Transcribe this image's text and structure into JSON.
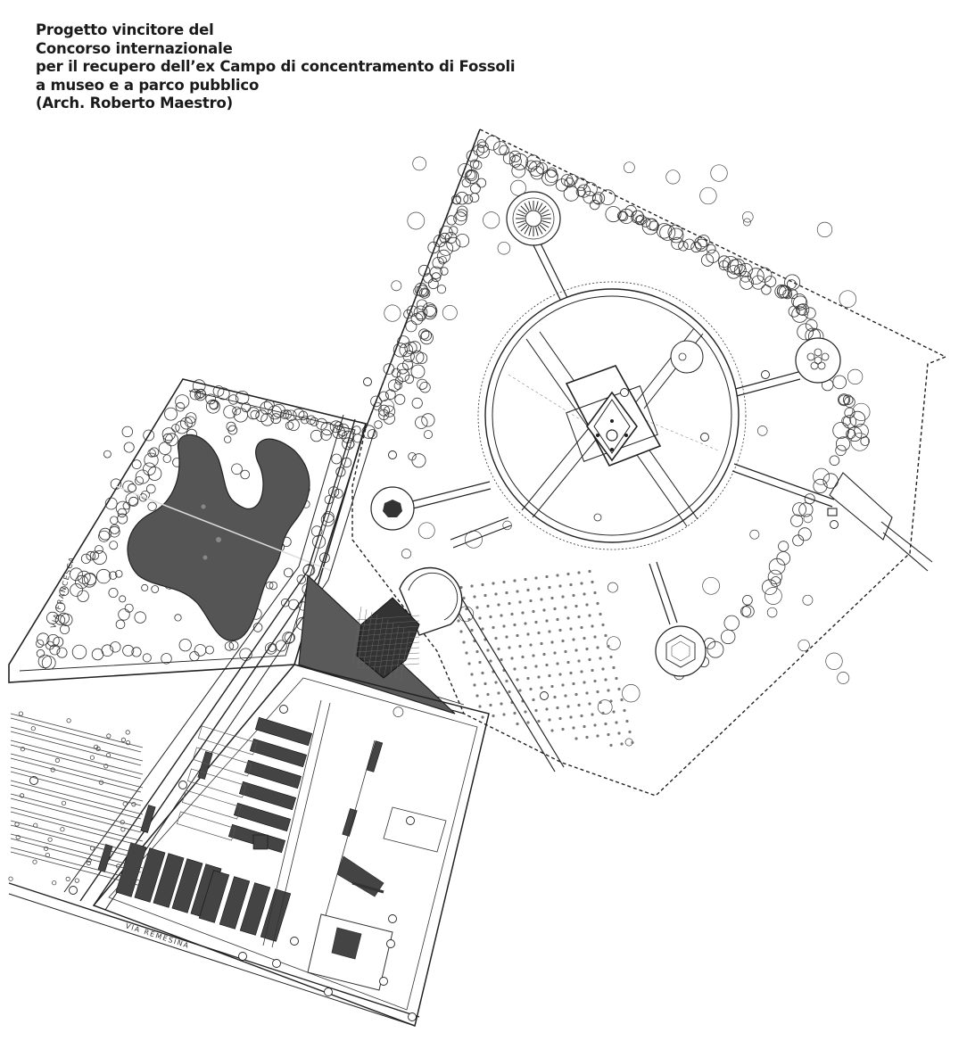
{
  "caption": {
    "lines": [
      "Progetto vincitore del",
      "Concorso internazionale",
      "per il recupero dell’ex Campo di concentramento di Fossoli",
      "a museo e a parco pubblico",
      "(Arch. Roberto Maestro)"
    ]
  },
  "map": {
    "streets": {
      "via_francesca": "VIA FRANCESCA",
      "via_remesina": "VIA REMESINA"
    },
    "colors": {
      "ink": "#222222",
      "dark_fill": "#555555",
      "background": "#ffffff"
    }
  }
}
